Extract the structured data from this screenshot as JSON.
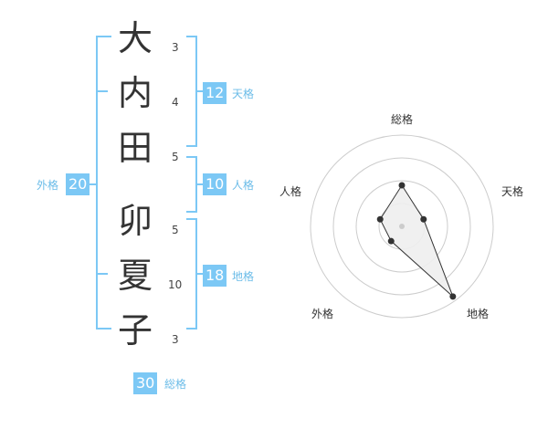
{
  "name": {
    "surname": [
      {
        "char": "大",
        "strokes": "3"
      },
      {
        "char": "内",
        "strokes": "4"
      },
      {
        "char": "田",
        "strokes": "5"
      }
    ],
    "given": [
      {
        "char": "卯",
        "strokes": "5"
      },
      {
        "char": "夏",
        "strokes": "10"
      },
      {
        "char": "子",
        "strokes": "3"
      }
    ]
  },
  "kakusu": {
    "tenkaku": {
      "value": "12",
      "label": "天格"
    },
    "jinkaku": {
      "value": "10",
      "label": "人格"
    },
    "chikaku": {
      "value": "18",
      "label": "地格"
    },
    "gaikaku": {
      "value": "20",
      "label": "外格"
    },
    "soukaku": {
      "value": "30",
      "label": "総格"
    }
  },
  "radar": {
    "axes": [
      "総格",
      "天格",
      "地格",
      "外格",
      "人格"
    ],
    "values": [
      0.45,
      0.25,
      0.95,
      0.2,
      0.25
    ],
    "colors": {
      "grid": "#cccccc",
      "fill": "#eeeeee",
      "line": "#333333",
      "center": "#cccccc"
    }
  },
  "colors": {
    "bracket": "#7cc8f5",
    "badge": "#7cc8f5"
  }
}
